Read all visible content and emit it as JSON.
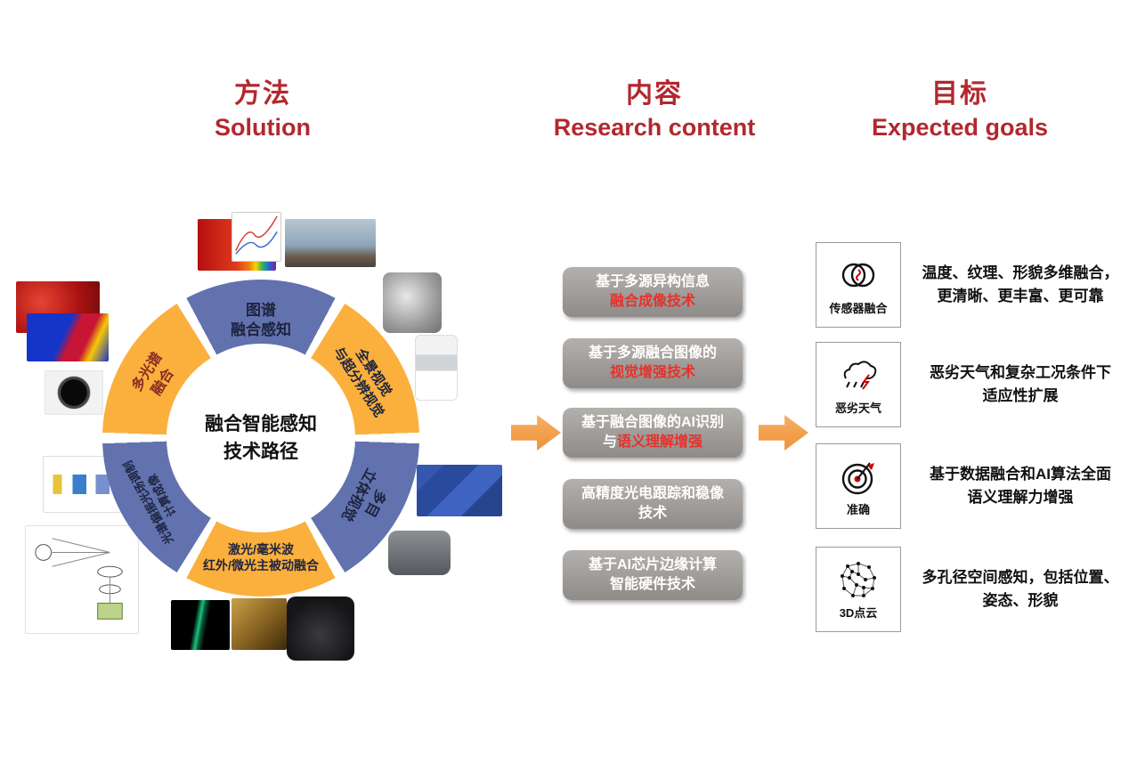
{
  "colors": {
    "header_red": "#b2282e",
    "segment_blue": "#6272ae",
    "segment_yellow": "#fbb03d",
    "arrow_orange": "#ee9138",
    "box_gray": "#9a9794",
    "highlight_red": "#e8312a"
  },
  "headers": {
    "solution": {
      "zh": "方法",
      "en": "Solution"
    },
    "content": {
      "zh": "内容",
      "en": "Research content"
    },
    "goals": {
      "zh": "目标",
      "en": "Expected goals"
    }
  },
  "wheel": {
    "center": {
      "line1": "融合智能感知",
      "line2": "技术路径"
    },
    "segments": {
      "top": {
        "line1": "图谱",
        "line2": "融合感知"
      },
      "upper_right": {
        "line1": "全景视觉",
        "line2": "与超分辨视觉"
      },
      "lower_right": {
        "line1": "多目",
        "line2": "立体视觉"
      },
      "bottom": {
        "line1": "激光/毫米波",
        "line2": "红外/微光主被动融合"
      },
      "lower_left": {
        "line1": "光谱偏振光场调制",
        "line2": "计算成像"
      },
      "upper_left": {
        "line1": "多光谱",
        "line2": "融合"
      }
    },
    "thumbnails": [
      "spectral-cube-image",
      "spectrum-chart-image",
      "panorama-street-image",
      "multi-camera-array-image",
      "ptz-camera-image",
      "stacked-blocks-image",
      "stereo-camera-image",
      "gimbal-camera-image",
      "thermal-ship-image",
      "infrared-scene-image",
      "fruit-photo-image",
      "fruit-thermal-image",
      "lens-module-image",
      "optics-module-image",
      "optical-path-diagram-image"
    ]
  },
  "research": {
    "items": [
      {
        "line1": "基于多源异构信息",
        "line2": "融合成像技术"
      },
      {
        "line1": "基于多源融合图像的",
        "line2": "视觉增强技术"
      },
      {
        "line1": "基于融合图像的AI识别",
        "line2_prefix": "与",
        "line2": "语义理解增强"
      },
      {
        "line1": "高精度光电跟踪和稳像",
        "line2": "技术"
      },
      {
        "line1": "基于AI芯片边缘计算",
        "line2": "智能硬件技术"
      }
    ]
  },
  "goals": {
    "items": [
      {
        "icon": "venn-circles-icon",
        "label": "传感器融合",
        "desc_line1": "温度、纹理、形貌多维融合，",
        "desc_line2": "更清晰、更丰富、更可靠"
      },
      {
        "icon": "bad-weather-icon",
        "label": "恶劣天气",
        "desc_line1": "恶劣天气和复杂工况条件下",
        "desc_line2": "适应性扩展"
      },
      {
        "icon": "target-icon",
        "label": "准确",
        "desc_line1": "基于数据融合和AI算法全面",
        "desc_line2": "语义理解力增强"
      },
      {
        "icon": "point-cloud-icon",
        "label": "3D点云",
        "desc_line1": "多孔径空间感知，包括位置、",
        "desc_line2": "姿态、形貌"
      }
    ]
  }
}
